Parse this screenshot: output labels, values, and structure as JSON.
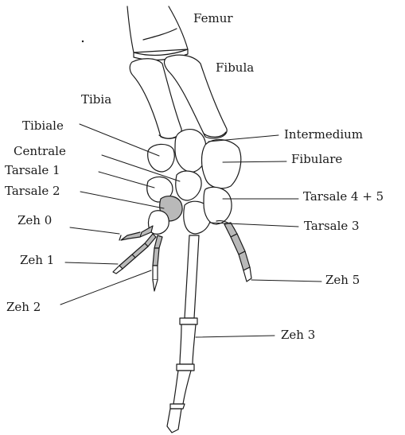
{
  "colors": {
    "ink": "#1a1a1a",
    "bone_fill": "#ffffff",
    "cartilage_fill": "#b9b9b9",
    "background": "#ffffff"
  },
  "labels": {
    "femur": "Femur",
    "fibula": "Fibula",
    "tibia": "Tibia",
    "tibiale": "Tibiale",
    "centrale": "Centrale",
    "tarsale1": "Tarsale 1",
    "tarsale2": "Tarsale 2",
    "zeh0": "Zeh 0",
    "zeh1": "Zeh 1",
    "zeh2": "Zeh 2",
    "intermedium": "Intermedium",
    "fibulare": "Fibulare",
    "tarsale45": "Tarsale 4 + 5",
    "tarsale3": "Tarsale 3",
    "zeh5": "Zeh 5",
    "zeh3": "Zeh 3"
  }
}
